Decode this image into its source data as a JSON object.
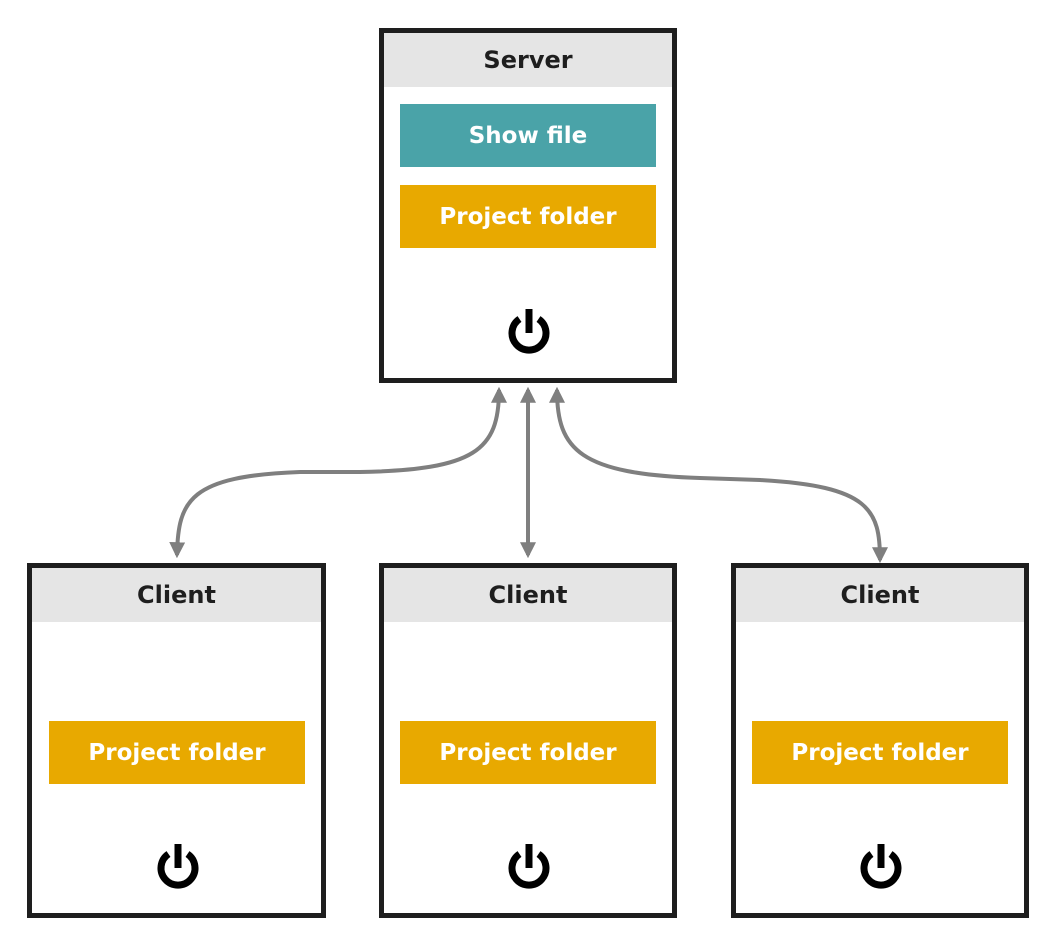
{
  "colors": {
    "show_file": "#4aa3a8",
    "project_folder": "#e8a900",
    "header_bg": "#e5e5e5",
    "border": "#1e1e1e",
    "connector": "#7f7f7f"
  },
  "server": {
    "title": "Server",
    "show_file_label": "Show file",
    "project_folder_label": "Project folder",
    "power_icon": "power-icon"
  },
  "clients": [
    {
      "title": "Client",
      "project_folder_label": "Project folder",
      "power_icon": "power-icon"
    },
    {
      "title": "Client",
      "project_folder_label": "Project folder",
      "power_icon": "power-icon"
    },
    {
      "title": "Client",
      "project_folder_label": "Project folder",
      "power_icon": "power-icon"
    }
  ]
}
